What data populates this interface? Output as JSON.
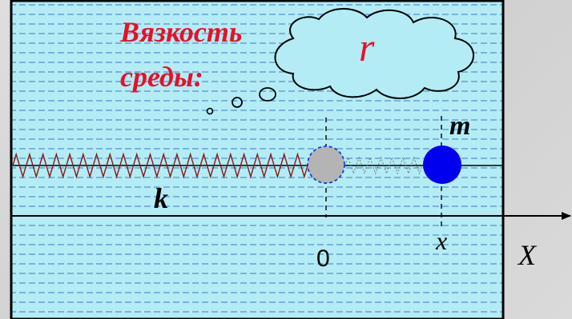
{
  "labels": {
    "viscosity_line1": "Вязкость",
    "viscosity_line2": "среды:",
    "cloud_symbol": "r",
    "mass_symbol": "m",
    "spring_symbol": "k",
    "origin_label": "0",
    "position_label": "x",
    "axis_label": "X"
  },
  "colors": {
    "fluid_fill": "#b3ecf4",
    "fluid_dash": "#3b7bc4",
    "title_red": "#e8102a",
    "spring": "#8b1a1a",
    "mass_ball": "#0000ee",
    "ghost_ball": "#b4b4b4",
    "ghost_outline": "#1d3fd6",
    "cloud_fill": "#b3ecf4",
    "outline": "#000000"
  },
  "icons": {
    "thought_cloud": "thought-cloud-icon",
    "spring": "spring-zigzag-icon",
    "mass": "mass-ball-icon",
    "equilibrium_ball": "equilibrium-ball-icon"
  }
}
